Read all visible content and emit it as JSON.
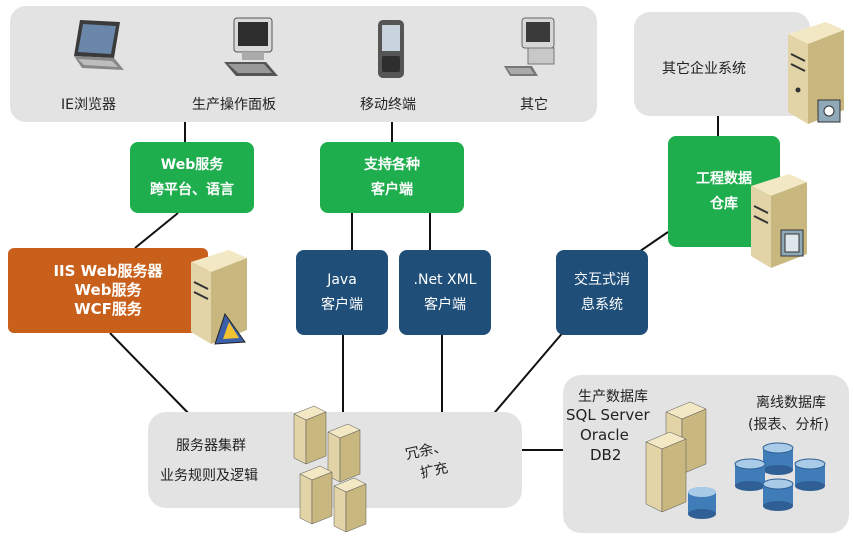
{
  "colors": {
    "panel": "#e3e3e3",
    "green": "#1fae4e",
    "navy": "#1f4e79",
    "orange": "#c8601b",
    "line": "#111111"
  },
  "clients": {
    "items": [
      {
        "label": "IE浏览器",
        "icon": "laptop-icon"
      },
      {
        "label": "生产操作面板",
        "icon": "desktop-icon"
      },
      {
        "label": "移动终端",
        "icon": "pda-icon"
      },
      {
        "label": "其它",
        "icon": "computer-icon"
      }
    ]
  },
  "other_systems": {
    "label": "其它企业系统",
    "icon": "server-icon"
  },
  "web_service": {
    "line1": "Web服务",
    "line2": "跨平台、语言"
  },
  "multi_client": {
    "line1": "支持各种",
    "line2": "客户端"
  },
  "java_client": {
    "line1": "Java",
    "line2": "客户端"
  },
  "net_client": {
    "line1": ".Net XML",
    "line2": "客户端"
  },
  "messaging": {
    "line1": "交互式消",
    "line2": "息系统"
  },
  "warehouse": {
    "line1": "工程数据",
    "line2": "仓库"
  },
  "iis": {
    "line1": "IIS Web服务器",
    "line2": "Web服务",
    "line3": "WCF服务"
  },
  "cluster": {
    "line1": "服务器集群",
    "line2": "业务规则及逻辑",
    "redundancy1": "冗余、",
    "redundancy2": "扩充"
  },
  "databases": {
    "prod_title": "生产数据库",
    "prod_line2": "SQL Server",
    "prod_line3": "Oracle",
    "prod_line4": "DB2",
    "offline_title": "离线数据库",
    "offline_line2": "(报表、分析)"
  }
}
